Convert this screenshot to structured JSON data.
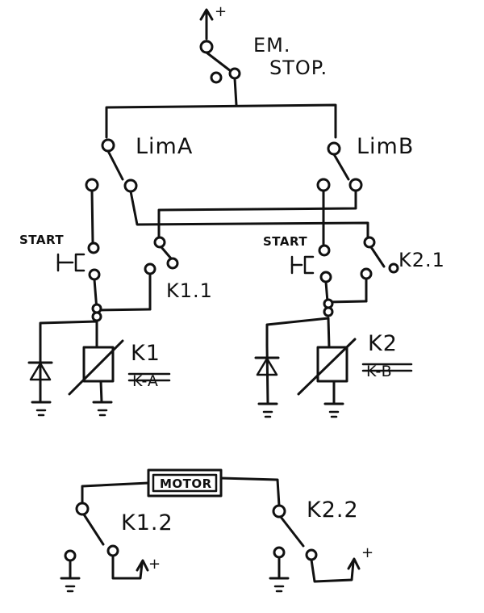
{
  "diagram": {
    "supply_plus": "+",
    "em_stop": {
      "line1": "EM.",
      "line2": "STOP."
    },
    "lim_a": "LimA",
    "lim_b": "LimB",
    "start_1": "START",
    "start_2": "START",
    "k1_1": "K1.1",
    "k2_1": "K2.1",
    "k1": "K1",
    "k2": "K2",
    "ka": "K-A",
    "kb": "K-B",
    "motor": "MOTOR",
    "k1_2": "K1.2",
    "k2_2": "K2.2",
    "motor_plus_1": "+",
    "motor_plus_2": "+"
  }
}
